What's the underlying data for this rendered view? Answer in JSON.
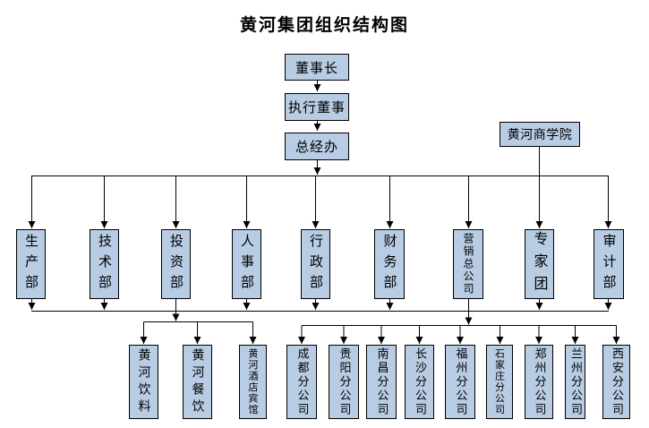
{
  "title": "黄河集团组织结构图",
  "colors": {
    "box_fill": "#B8CCE4",
    "box_border": "#000000",
    "line_color": "#000000",
    "background": "#FFFFFF",
    "text_color": "#000000"
  },
  "hierarchy": {
    "chairman": "董事长",
    "executive_director": "执行董事",
    "general_manager_office": "总经办",
    "business_school": "黄河商学院"
  },
  "departments": [
    "生产部",
    "技术部",
    "投资部",
    "人事部",
    "行政部",
    "财务部",
    "营销总公司",
    "专家团",
    "审计部"
  ],
  "investment_subsidiaries": [
    "黄河饮料",
    "黄河餐饮",
    "黄河酒店宾馆"
  ],
  "marketing_branches": [
    "成都分公司",
    "贵阳分公司",
    "南昌分公司",
    "长沙分公司",
    "福州分公司",
    "石家庄分公司",
    "郑州分公司",
    "兰州分公司",
    "西安分公司"
  ]
}
